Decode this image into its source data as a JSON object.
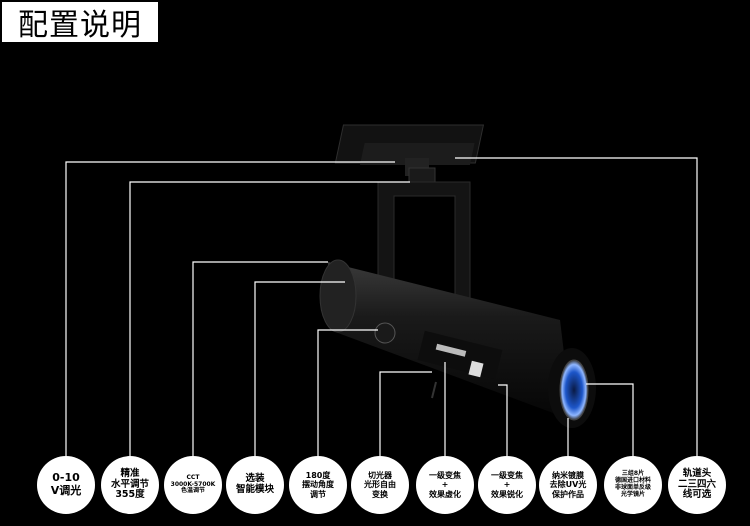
{
  "title": "配置说明",
  "colors": {
    "background": "#000000",
    "leader_line": "#ffffff",
    "callout_fill": "#ffffff",
    "product_body": "#111111",
    "lens_blue": "#2a6fe0"
  },
  "product": {
    "name_icon": "track-spotlight-image"
  },
  "callouts": [
    {
      "id": "dimming",
      "text": "0-10\nV调光"
    },
    {
      "id": "horizontal",
      "text": "精准\n水平调节\n355度"
    },
    {
      "id": "cct",
      "text": "CCT\n3000K-5700K\n色温调节"
    },
    {
      "id": "smart",
      "text": "选装\n智能模块"
    },
    {
      "id": "tilt",
      "text": "180度\n摆动角度\n调节"
    },
    {
      "id": "shutter",
      "text": "切光器\n光形自由\n变换"
    },
    {
      "id": "zoom-blur",
      "text": "一级变焦\n+\n效果虚化"
    },
    {
      "id": "zoom-sharp",
      "text": "一级变焦\n+\n效果锐化"
    },
    {
      "id": "coating",
      "text": "纳米镀膜\n去除UV光\n保护作品"
    },
    {
      "id": "lens",
      "text": "三组8片\n德国进口材料\n非球面单反级\n光学镜片"
    },
    {
      "id": "track",
      "text": "轨道头\n二三四六\n线可选"
    }
  ]
}
